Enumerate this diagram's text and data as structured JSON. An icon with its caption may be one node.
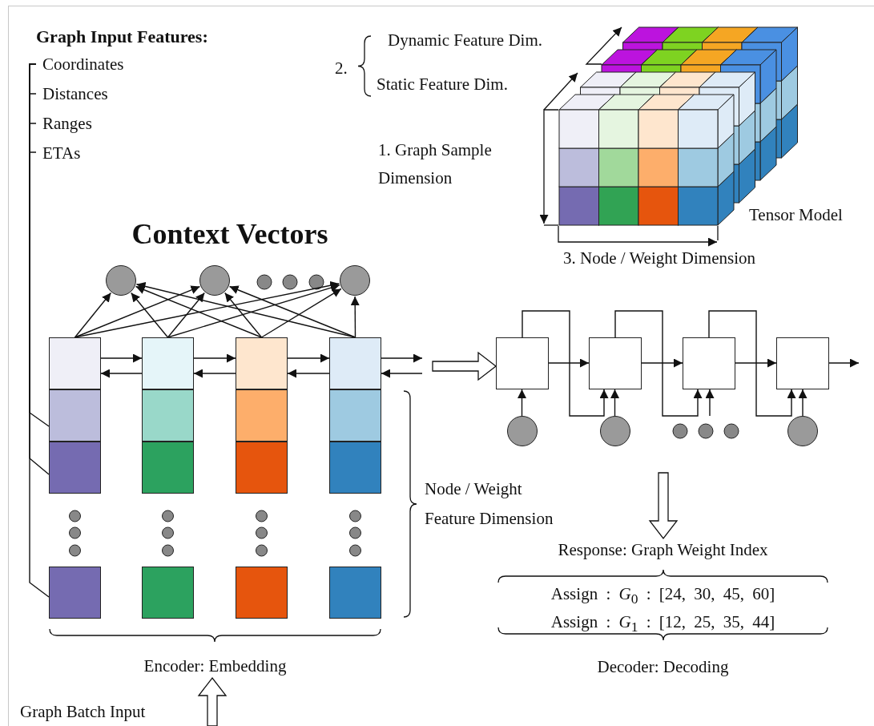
{
  "diagram": {
    "nodes": [
      {
        "text": [
          "Graph Input Features:",
          "Coordinates",
          "Distances",
          "Ranges",
          "ETAs"
        ]
      },
      {
        "text": [],
        "shape": "circle"
      },
      {
        "text": [],
        "shape": "circle"
      },
      {
        "text": [],
        "shape": "circle"
      },
      {
        "text": [],
        "shape": "box"
      },
      {
        "text": [],
        "shape": "box"
      },
      {
        "text": [],
        "shape": "box"
      },
      {
        "text": [],
        "shape": "box"
      },
      {
        "text": [],
        "shape": "box"
      },
      {
        "text": [],
        "shape": "box"
      },
      {
        "text": [],
        "shape": "box"
      },
      {
        "text": [],
        "shape": "box"
      },
      {
        "text": [],
        "shape": "box"
      },
      {
        "text": [],
        "shape": "box"
      },
      {
        "text": [],
        "shape": "box"
      },
      {
        "text": [],
        "shape": "box"
      },
      {
        "text": [],
        "shape": "box"
      },
      {
        "text": [],
        "shape": "box"
      },
      {
        "text": [],
        "shape": "box"
      },
      {
        "text": [],
        "shape": "box"
      },
      {
        "text": [],
        "shape": "box"
      },
      {
        "text": [],
        "shape": "box"
      },
      {
        "text": [],
        "shape": "box"
      },
      {
        "text": [],
        "shape": "box"
      },
      {
        "text": [],
        "shape": "circle"
      },
      {
        "text": [],
        "shape": "circle"
      },
      {
        "text": [],
        "shape": "circle"
      },
      {
        "text": [
          "Response: Graph Weight Index"
        ]
      },
      {
        "text": [
          "Encoder: Embedding"
        ]
      }
    ],
    "edges": [
      {
        "from": 0,
        "to": 8,
        "arrow": "none"
      },
      {
        "from": 0,
        "to": 12,
        "arrow": "none"
      },
      {
        "from": 0,
        "to": 16,
        "arrow": "none"
      },
      {
        "from": 4,
        "to": 1,
        "arrow": "to"
      },
      {
        "from": 4,
        "to": 2,
        "arrow": "to"
      },
      {
        "from": 4,
        "to": 3,
        "arrow": "to"
      },
      {
        "from": 5,
        "to": 1,
        "arrow": "to"
      },
      {
        "from": 5,
        "to": 2,
        "arrow": "to"
      },
      {
        "from": 5,
        "to": 3,
        "arrow": "to"
      },
      {
        "from": 6,
        "to": 1,
        "arrow": "to"
      },
      {
        "from": 6,
        "to": 2,
        "arrow": "to"
      },
      {
        "from": 6,
        "to": 3,
        "arrow": "to"
      },
      {
        "from": 7,
        "to": 1,
        "arrow": "to"
      },
      {
        "from": 7,
        "to": 2,
        "arrow": "to"
      },
      {
        "from": 7,
        "to": 3,
        "arrow": "to"
      },
      {
        "from": 4,
        "to": 5,
        "arrow": "to"
      },
      {
        "from": 5,
        "to": 4,
        "arrow": "to"
      },
      {
        "from": 5,
        "to": 6,
        "arrow": "to"
      },
      {
        "from": 6,
        "to": 5,
        "arrow": "to"
      },
      {
        "from": 6,
        "to": 7,
        "arrow": "to"
      },
      {
        "from": 7,
        "to": 6,
        "arrow": "to"
      },
      {
        "from": 7,
        "to": null,
        "arrow": "to"
      },
      {
        "from": null,
        "to": 7,
        "arrow": "to"
      },
      {
        "from": null,
        "to": 20,
        "arrow": "to",
        "style": "thick"
      },
      {
        "from": 20,
        "to": 21,
        "arrow": "to"
      },
      {
        "from": 21,
        "to": 22,
        "arrow": "to"
      },
      {
        "from": 22,
        "to": 23,
        "arrow": "to"
      },
      {
        "from": 23,
        "to": null,
        "arrow": "to"
      },
      {
        "from": 20,
        "to": 21,
        "arrow": "to"
      },
      {
        "from": 21,
        "to": 22,
        "arrow": "to"
      },
      {
        "from": 22,
        "to": 23,
        "arrow": "to"
      },
      {
        "from": 24,
        "to": 20,
        "arrow": "to"
      },
      {
        "from": 25,
        "to": 21,
        "arrow": "to"
      },
      {
        "from": null,
        "to": 22,
        "arrow": "to"
      },
      {
        "from": 26,
        "to": 23,
        "arrow": "to"
      },
      {
        "from": null,
        "to": 27,
        "arrow": "to",
        "style": "thick"
      },
      {
        "from": null,
        "to": 28,
        "arrow": "to",
        "style": "thick"
      }
    ],
    "labels": [
      "2.",
      "Dynamic Feature Dim.",
      "Static Feature Dim.",
      "1. Graph Sample Dimension",
      "Tensor Model",
      "Context Vectors",
      "3. Node / Weight Dimension",
      "Node / Weight Feature Dimension",
      "Assign : *G*$_{0}$ : [24, 30, 45, 60]",
      "Assign : *G*$_{1}$ : [12, 25, 35, 44]",
      "Decoder: Decoding",
      "Graph Batch Input"
    ]
  }
}
